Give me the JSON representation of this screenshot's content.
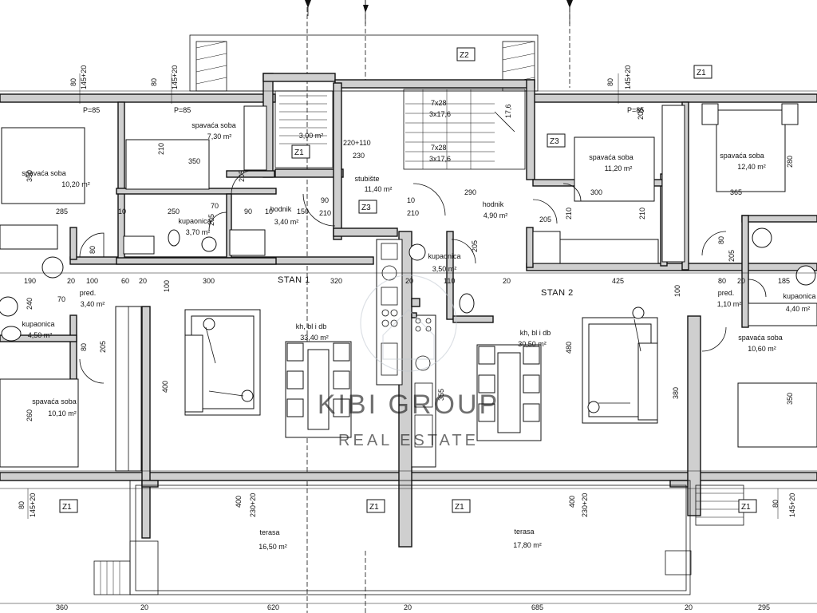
{
  "units": {
    "stan1": {
      "label": "STAN 1"
    },
    "stan2": {
      "label": "STAN 2"
    }
  },
  "rooms": [
    {
      "id": "bed-nw",
      "name": "spavaća soba",
      "area": "10,20 m²"
    },
    {
      "id": "bed-n1",
      "name": "spavaća soba",
      "area": "7,30 m²"
    },
    {
      "id": "small-room",
      "name": "",
      "area": "3,00 m²"
    },
    {
      "id": "stair",
      "name": "stubište",
      "area": "11,40 m²"
    },
    {
      "id": "bed-n2",
      "name": "spavaća soba",
      "area": "11,20 m²"
    },
    {
      "id": "bed-ne",
      "name": "spavaća soba",
      "area": "12,40 m²"
    },
    {
      "id": "hall-1",
      "name": "hodnik",
      "area": "3,40 m²"
    },
    {
      "id": "bath-1",
      "name": "kupaonica",
      "area": "3,70 m²"
    },
    {
      "id": "hall-2",
      "name": "hodnik",
      "area": "4,90 m²"
    },
    {
      "id": "bath-2",
      "name": "kupaonica",
      "area": "3,50 m²"
    },
    {
      "id": "pred-w",
      "name": "pred.",
      "area": "3,40 m²"
    },
    {
      "id": "bath-w",
      "name": "kupaonica",
      "area": "4,50 m²"
    },
    {
      "id": "living-1",
      "name": "kh, bl i db",
      "area": "33,40 m²"
    },
    {
      "id": "living-2",
      "name": "kh, bl i db",
      "area": "30,50 m²"
    },
    {
      "id": "pred-e",
      "name": "pred.",
      "area": "1,10 m²"
    },
    {
      "id": "bath-e",
      "name": "kupaonica",
      "area": "4,40 m²"
    },
    {
      "id": "bed-sw",
      "name": "spavaća soba",
      "area": "10,10 m²"
    },
    {
      "id": "bed-se",
      "name": "spavaća soba",
      "area": "10,60 m²"
    },
    {
      "id": "terrace-1",
      "name": "terasa",
      "area": "16,50 m²"
    },
    {
      "id": "terrace-2",
      "name": "terasa",
      "area": "17,80 m²"
    }
  ],
  "tags": {
    "z1": "Z1",
    "z2": "Z2",
    "z3": "Z3"
  },
  "stair_notes": {
    "a": "7x28",
    "b": "3x17,6",
    "c": "7x28",
    "d": "3x17,6",
    "e": "17,6"
  },
  "dims": {
    "d80a": "80",
    "d145a": "145+20",
    "d80b": "80",
    "d145b": "145+20",
    "d80c": "80",
    "d145c": "145+20",
    "p85a": "P=85",
    "p85b": "P=85",
    "p85c": "P=85",
    "d350a": "350",
    "d285": "285",
    "d10a": "10",
    "d350b": "350",
    "d210a": "210",
    "d250": "250",
    "d205a": "205",
    "d70a": "70",
    "d205b": "205",
    "d90a": "90",
    "d10b": "10",
    "d150": "150",
    "d220": "220+110",
    "d230": "230",
    "d90b": "90",
    "d210b": "210",
    "d10c": "10",
    "d210c": "210",
    "d290": "290",
    "d205c": "205",
    "d210d": "210",
    "d300a": "300",
    "d205d": "205",
    "d210e": "210",
    "d365": "365",
    "d280": "280",
    "d80d": "80",
    "d205e": "205",
    "d80e": "80",
    "d205f": "205",
    "d190": "190",
    "d20a": "20",
    "d100a": "100",
    "d60": "60",
    "d20b": "20",
    "d100b": "100",
    "d300b": "300",
    "d320": "320",
    "d20c": "20",
    "d110": "110",
    "d20d": "20",
    "d425": "425",
    "d80f": "80",
    "d20e": "20",
    "d185": "185",
    "d240": "240",
    "d70b": "70",
    "d80g": "80",
    "d205g": "205",
    "d400a": "400",
    "d480": "480",
    "d355": "355",
    "d100c": "100",
    "d380": "380",
    "d260": "260",
    "d350c": "350",
    "d80h": "80",
    "d145d": "145+20",
    "d400b": "400",
    "d230b": "230+20",
    "d400c": "400",
    "d230c": "230+20",
    "d80i": "80",
    "d145e": "145+20",
    "d360": "360",
    "d20f": "20",
    "d620": "620",
    "d20g": "20",
    "d685": "685",
    "d20h": "20",
    "d295": "295"
  },
  "watermark": {
    "line1": "KIBI GROUP",
    "line2": "REAL ESTATE"
  }
}
